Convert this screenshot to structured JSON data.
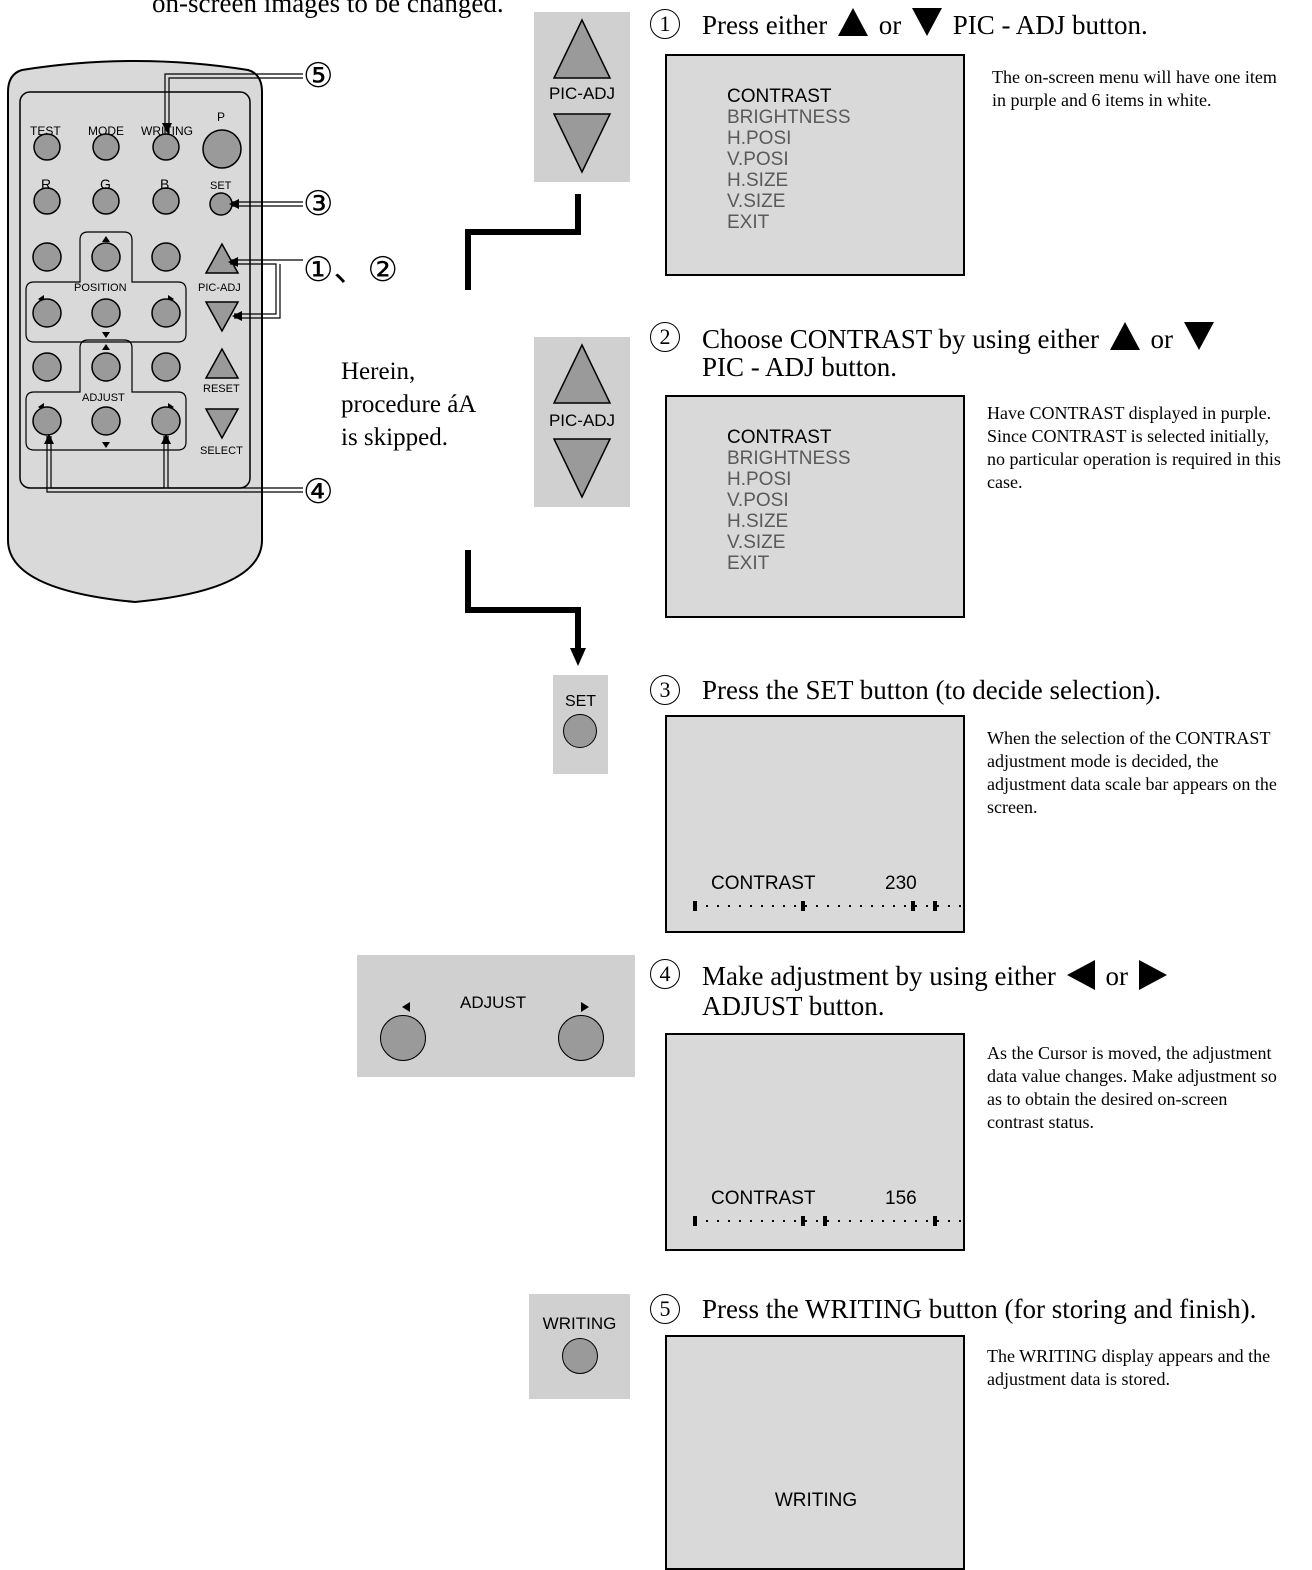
{
  "header_fragment": "on-screen images to be changed.",
  "remote": {
    "row1": [
      "TEST",
      "MODE",
      "WRITING",
      "P"
    ],
    "row2": [
      "R",
      "G",
      "B",
      "SET"
    ],
    "position_label": "POSITION",
    "picadj_label": "PIC-ADJ",
    "adjust_label": "ADJUST",
    "reset_label": "RESET",
    "select_label": "SELECT",
    "callout_5": "⑤",
    "callout_3": "③",
    "callout_12": "①、②",
    "callout_4": "④"
  },
  "note": {
    "line1": "Herein,",
    "line2": "procedure áA",
    "line3": "is skipped."
  },
  "panels": {
    "picadj_label": "PIC-ADJ",
    "set_label": "SET",
    "adjust_label": "ADJUST",
    "writing_label": "WRITING"
  },
  "menu_items": [
    "CONTRAST",
    "BRIGHTNESS",
    "H.POSI",
    "V.POSI",
    "H.SIZE",
    "V.SIZE",
    "EXIT"
  ],
  "step1": {
    "num": "1",
    "pre": "Press either",
    "mid": "or",
    "post": "PIC - ADJ button.",
    "desc": "The on-screen menu will have one item in purple and 6 items in white."
  },
  "step2": {
    "num": "2",
    "pre": "Choose CONTRAST by using either",
    "mid": "or",
    "line2": "PIC - ADJ button.",
    "desc": "Have CONTRAST displayed in purple.  Since CONTRAST is selected initially, no particular operation is required in this case."
  },
  "step3": {
    "num": "3",
    "title": "Press the SET button (to decide selection).",
    "desc": "When the selection of the CONTRAST adjustment mode is decided, the adjustment data scale bar appears on the screen.",
    "scale_label": "CONTRAST",
    "scale_value": "230"
  },
  "step4": {
    "num": "4",
    "pre": "Make adjustment by using either",
    "mid": "or",
    "line2": "ADJUST button.",
    "desc": "As the Cursor is moved, the adjustment data value changes. Make adjustment so as to obtain the desired on-screen contrast status.",
    "scale_label": "CONTRAST",
    "scale_value": "156"
  },
  "step5": {
    "num": "5",
    "title": "Press the WRITING button (for storing and finish).",
    "desc": "The WRITING display appears and the adjustment data is stored.",
    "screen_text": "WRITING"
  }
}
